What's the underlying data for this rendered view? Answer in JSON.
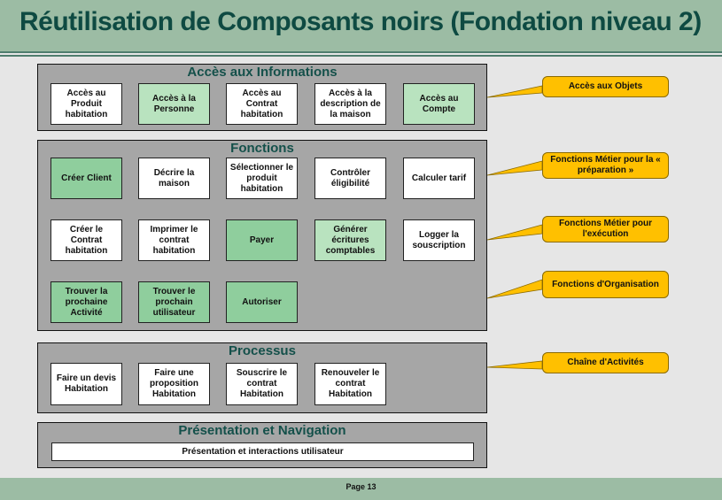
{
  "title": "Réutilisation de Composants noirs (Fondation niveau 2)",
  "page": "Page 13",
  "sections": {
    "acces": {
      "title": "Accès aux Informations",
      "items": [
        "Accès au Produit habitation",
        "Accès à la Personne",
        "Accès au Contrat habitation",
        "Accès à la description de la maison",
        "Accès au Compte"
      ]
    },
    "fonctions": {
      "title": "Fonctions",
      "row1": [
        "Créer Client",
        "Décrire la maison",
        "Sélectionner le produit habitation",
        "Contrôler éligibilité",
        "Calculer tarif"
      ],
      "row2": [
        "Créer le Contrat habitation",
        "Imprimer le contrat habitation",
        "Payer",
        "Générer écritures comptables",
        "Logger la souscription"
      ],
      "row3": [
        "Trouver la prochaine Activité",
        "Trouver le prochain utilisateur",
        "Autoriser"
      ]
    },
    "processus": {
      "title": "Processus",
      "items": [
        "Faire un devis Habitation",
        "Faire une proposition Habitation",
        "Souscrire le contrat Habitation",
        "Renouveler le contrat Habitation"
      ]
    },
    "presentation": {
      "title": "Présentation et Navigation",
      "item": "Présentation et interactions utilisateur"
    }
  },
  "callouts": [
    "Accès aux Objets",
    "Fonctions Métier pour la « préparation »",
    "Fonctions Métier pour l'exécution",
    "Fonctions d'Organisation",
    "Chaîne d'Activités"
  ],
  "colors": {
    "header": "#9cbca4",
    "title": "#0e4a42",
    "section": "#a6a6a6",
    "box_green": "#b9e3bf",
    "box_dark_green": "#8fce9d",
    "callout": "#ffc000"
  }
}
